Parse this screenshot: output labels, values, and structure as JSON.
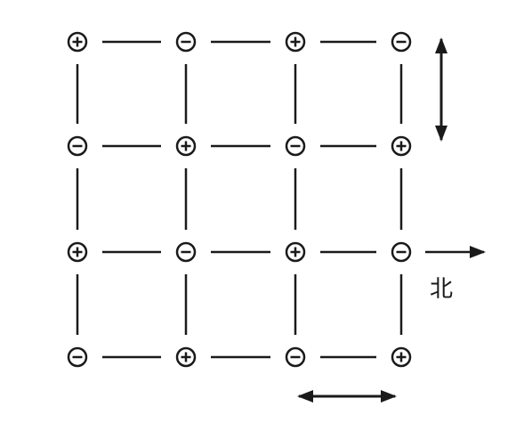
{
  "grid": {
    "rows": [
      [
        "+",
        "-",
        "+",
        "-"
      ],
      [
        "-",
        "+",
        "-",
        "+"
      ],
      [
        "+",
        "-",
        "+",
        "-"
      ],
      [
        "-",
        "+",
        "-",
        "+"
      ]
    ]
  },
  "direction_label": "北",
  "colors": {
    "ink": "#1a1a1a",
    "background": "#ffffff"
  },
  "arrows": [
    {
      "name": "vertical-double-arrow",
      "kind": "double-headed",
      "orientation": "vertical"
    },
    {
      "name": "north-arrow",
      "kind": "single-headed",
      "orientation": "horizontal",
      "points": "right"
    },
    {
      "name": "horizontal-double-arrow",
      "kind": "double-headed",
      "orientation": "horizontal"
    }
  ]
}
